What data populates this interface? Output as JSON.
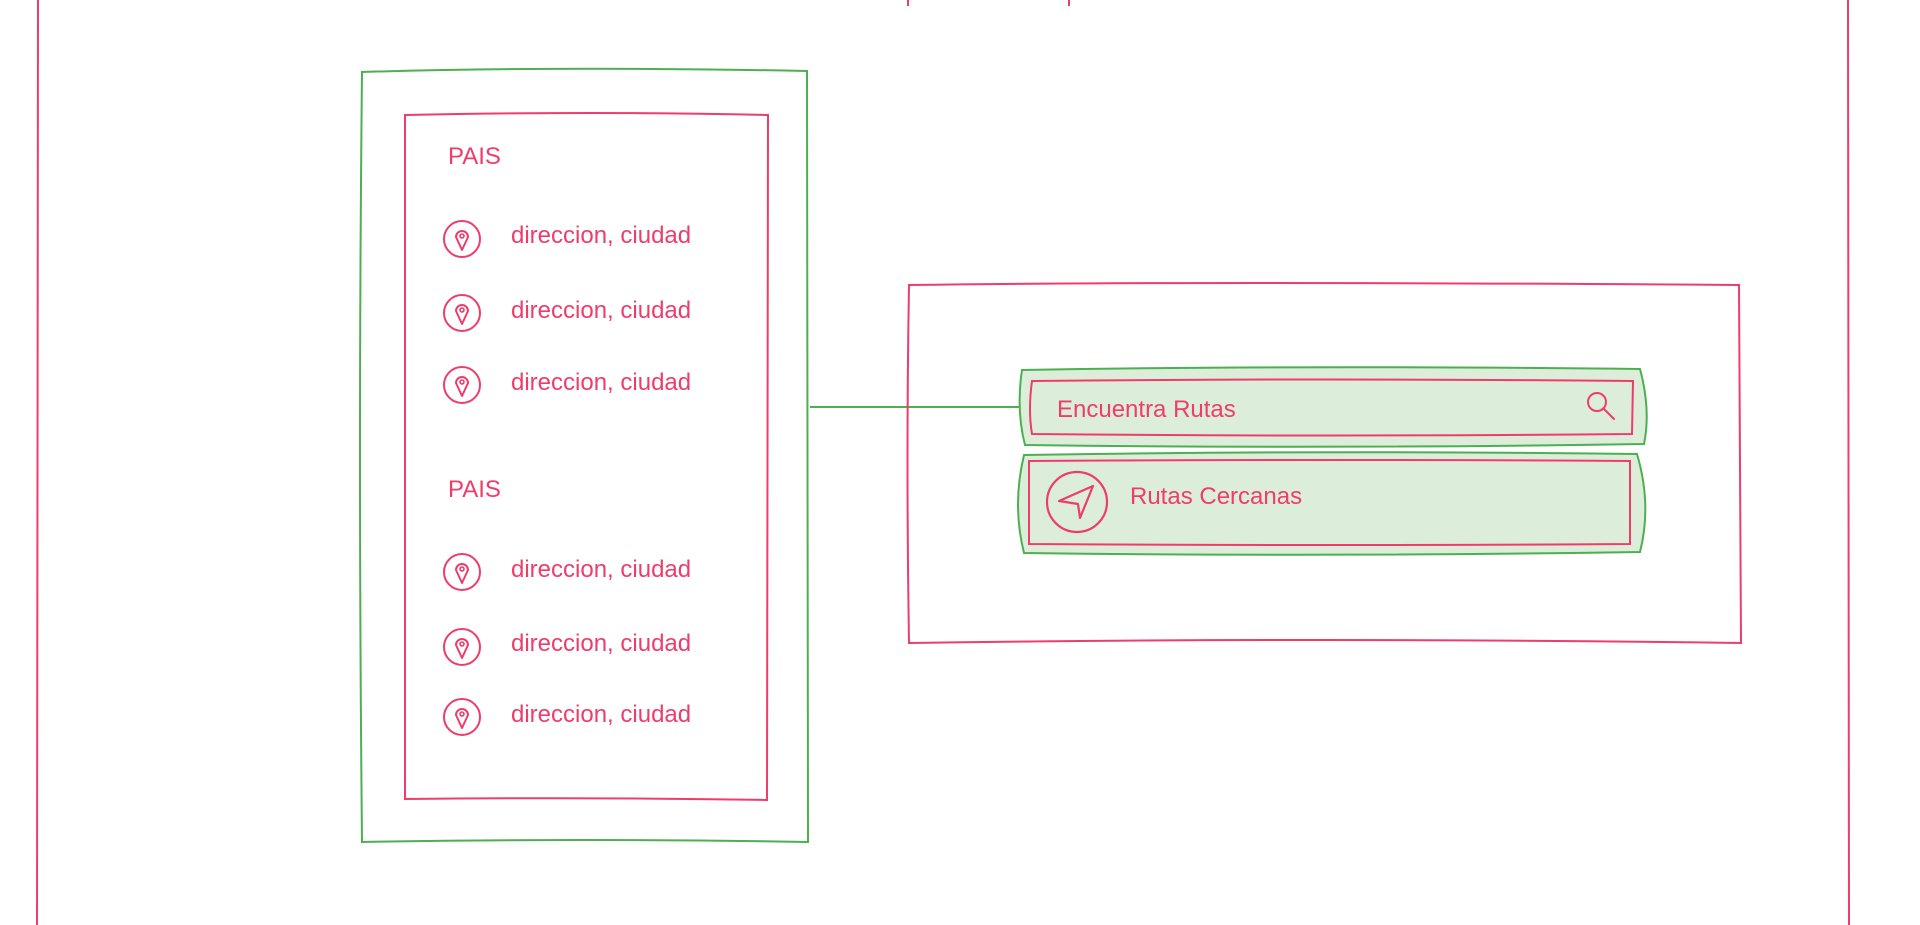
{
  "colors": {
    "stroke_pink": "#ee3d6b",
    "stroke_green": "#4caf50",
    "fill_green": "#dcedd9",
    "background": "#ffffff"
  },
  "list_panel": {
    "groups": [
      {
        "country": "PAIS",
        "items": [
          {
            "label": "direccion, ciudad",
            "icon": "location-pin-icon"
          },
          {
            "label": "direccion, ciudad",
            "icon": "location-pin-icon"
          },
          {
            "label": "direccion, ciudad",
            "icon": "location-pin-icon"
          }
        ]
      },
      {
        "country": "PAIS",
        "items": [
          {
            "label": "direccion, ciudad",
            "icon": "location-pin-icon"
          },
          {
            "label": "direccion, ciudad",
            "icon": "location-pin-icon"
          },
          {
            "label": "direccion, ciudad",
            "icon": "location-pin-icon"
          }
        ]
      }
    ]
  },
  "search_panel": {
    "search_placeholder": "Encuentra Rutas",
    "search_icon": "search-icon",
    "nearby_label": "Rutas Cercanas",
    "nearby_icon": "navigation-arrow-icon"
  }
}
